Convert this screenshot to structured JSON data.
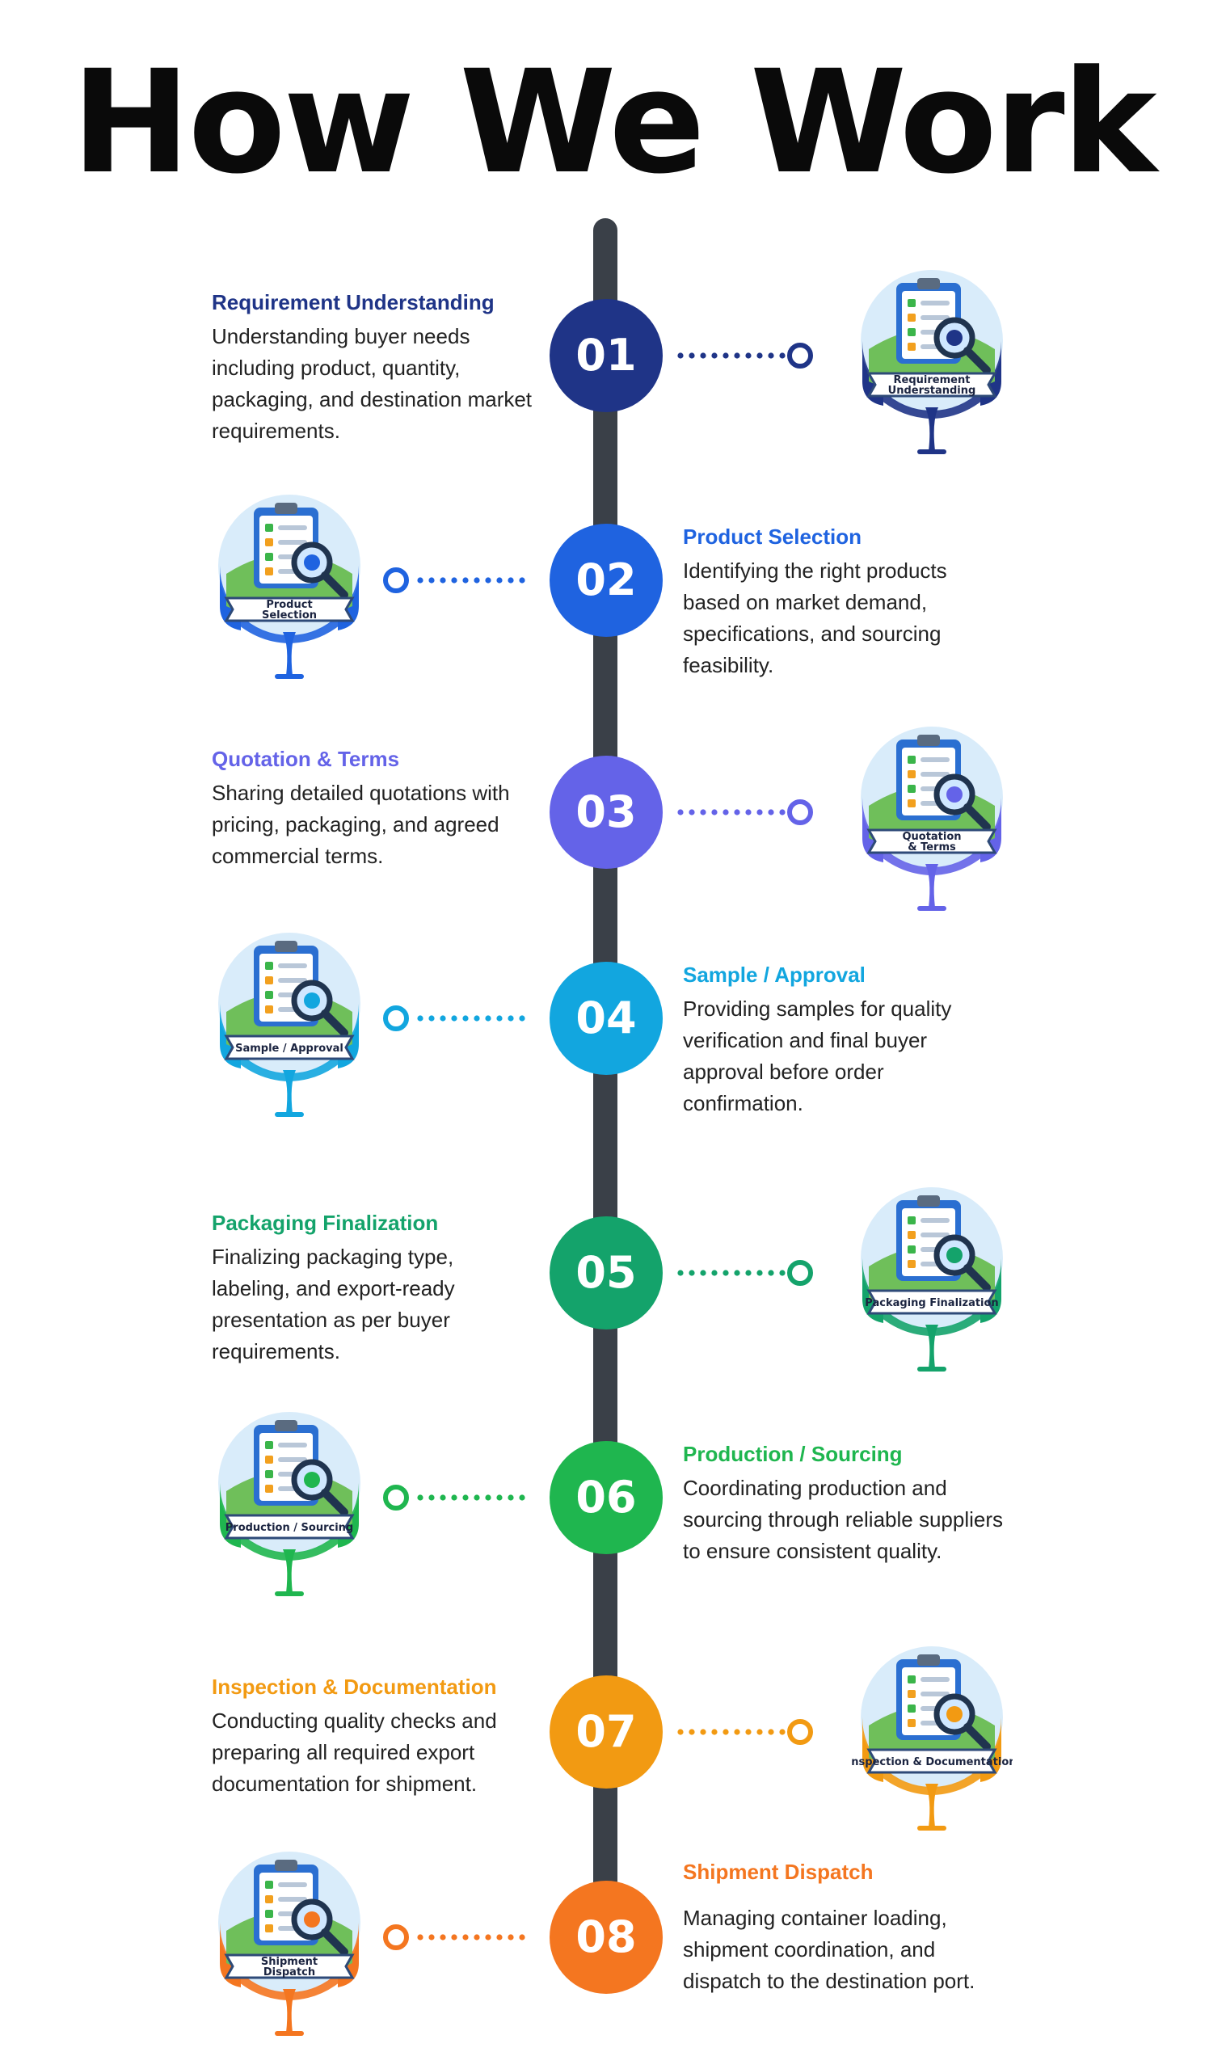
{
  "title": "How We Work",
  "colors": {
    "spine": "#3a4048",
    "text": "#222222"
  },
  "steps": [
    {
      "number": "01",
      "title": "Requirement Understanding",
      "description": "Understanding buyer needs including product, quantity, packaging, and destination market requirements.",
      "badge_label": [
        "Requirement",
        "Understanding"
      ],
      "color": "#1f3487",
      "side": "left",
      "icon": "clipboard-magnifier-icon"
    },
    {
      "number": "02",
      "title": "Product Selection",
      "description": "Identifying the right products based on market demand, specifications, and sourcing feasibility.",
      "badge_label": [
        "Product",
        "Selection"
      ],
      "color": "#1f63e0",
      "side": "right",
      "icon": "product-checklist-icon"
    },
    {
      "number": "03",
      "title": "Quotation & Terms",
      "description": "Sharing detailed quotations with pricing, packaging, and agreed commercial terms.",
      "badge_label": [
        "Quotation",
        "& Terms"
      ],
      "color": "#6463e8",
      "side": "left",
      "icon": "quotation-handshake-icon"
    },
    {
      "number": "04",
      "title": "Sample / Approval",
      "description": "Providing samples for quality verification and final buyer approval before order confirmation.",
      "badge_label": [
        "Sample / Approval"
      ],
      "color": "#12a6df",
      "side": "right",
      "icon": "sample-inspection-icon"
    },
    {
      "number": "05",
      "title": "Packaging Finalization",
      "description": "Finalizing packaging type, labeling, and export-ready presentation as per buyer requirements.",
      "badge_label": [
        "Packaging Finalization"
      ],
      "color": "#14a36b",
      "side": "left",
      "icon": "packaging-box-icon"
    },
    {
      "number": "06",
      "title": "Production / Sourcing",
      "description": "Coordinating production and sourcing through reliable suppliers to ensure consistent quality.",
      "badge_label": [
        "Production / Sourcing"
      ],
      "color": "#1fb64f",
      "side": "right",
      "icon": "factory-production-icon"
    },
    {
      "number": "07",
      "title": "Inspection & Documentation",
      "description": "Conducting quality checks and preparing all required export documentation for shipment.",
      "badge_label": [
        "Inspection & Documentation"
      ],
      "color": "#f29a12",
      "side": "left",
      "icon": "inspection-document-icon"
    },
    {
      "number": "08",
      "title": "Shipment Dispatch",
      "description": "Managing container loading, shipment coordination, and dispatch to the destination port.",
      "badge_label": [
        "Shipment",
        "Dispatch"
      ],
      "color": "#f47620",
      "side": "right",
      "icon": "shipment-plane-icon"
    }
  ]
}
